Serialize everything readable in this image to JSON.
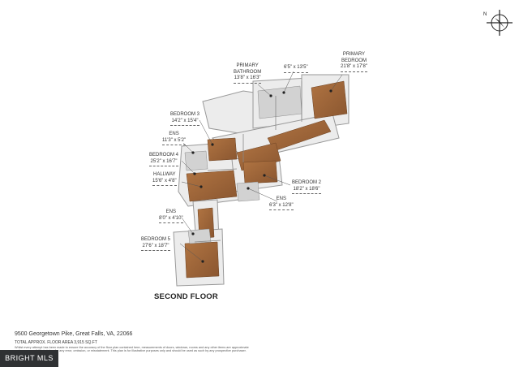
{
  "floor_title": "SECOND FLOOR",
  "compass": {
    "north_label": "N"
  },
  "rooms": [
    {
      "name": "PRIMARY\nBATHROOM",
      "dims": "13'8\" x 16'3\""
    },
    {
      "name": "",
      "dims": "6'5\" x 13'5\""
    },
    {
      "name": "PRIMARY\nBEDROOM",
      "dims": "21'8\" x 17'8\""
    },
    {
      "name": "BEDROOM 3",
      "dims": "14'2\" x 15'4\""
    },
    {
      "name": "ENS",
      "dims": "11'3\" x 5'2\""
    },
    {
      "name": "BEDROOM 4",
      "dims": "25'2\" x 16'7\""
    },
    {
      "name": "HALLWAY",
      "dims": "15'6\" x 4'8\""
    },
    {
      "name": "BEDROOM 2",
      "dims": "18'2\" x 18'6\""
    },
    {
      "name": "ENS",
      "dims": "6'3\" x 12'8\""
    },
    {
      "name": "ENS",
      "dims": "8'0\" x 4'10\""
    },
    {
      "name": "BEDROOM 5",
      "dims": "27'6\" x 18'7\""
    }
  ],
  "footer": {
    "address": "9500 Georgetown Pike, Great Falls, VA, 22066",
    "total_area": "TOTAL APPROX. FLOOR AREA 3,915 SQ.FT",
    "disclaimer": "Whilst every attempt has been made to ensure the accuracy of the floor plan contained here, measurements of doors, windows, rooms and any other items are approximate and no responsibility is taken for any error, omission, or misstatement. This plan is for illustrative purposes only and should be used as such by any prospective purchaser."
  },
  "watermark": "BRIGHT MLS",
  "colors": {
    "wood_floor": "#9a6236",
    "wall": "#e8e8e8",
    "wall_edge": "#9b9b9b",
    "tile": "#cfcfcf"
  }
}
